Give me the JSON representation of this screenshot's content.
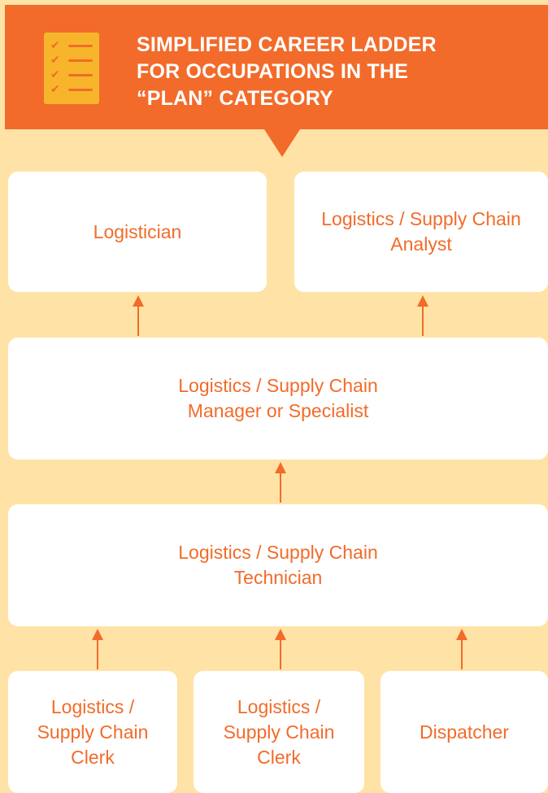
{
  "header": {
    "title_lines": [
      "SIMPLIFIED CAREER LADDER",
      "FOR OCCUPATIONS IN THE",
      "“PLAN” CATEGORY"
    ],
    "icon": "checklist-icon",
    "accent_color": "#f26b2a",
    "background_color": "#ffe3a6"
  },
  "ladder": {
    "top_level": [
      {
        "lines": [
          "Logistician"
        ]
      },
      {
        "lines": [
          "Logistics / Supply Chain",
          "Analyst"
        ]
      }
    ],
    "level_3": {
      "lines": [
        "Logistics / Supply Chain",
        "Manager or Specialist"
      ]
    },
    "level_2": {
      "lines": [
        "Logistics / Supply Chain",
        "Technician"
      ]
    },
    "entry_level": [
      {
        "lines": [
          "Logistics /",
          "Supply Chain",
          "Clerk"
        ]
      },
      {
        "lines": [
          "Logistics /",
          "Supply Chain",
          "Clerk"
        ]
      },
      {
        "lines": [
          "Dispatcher"
        ]
      }
    ]
  }
}
